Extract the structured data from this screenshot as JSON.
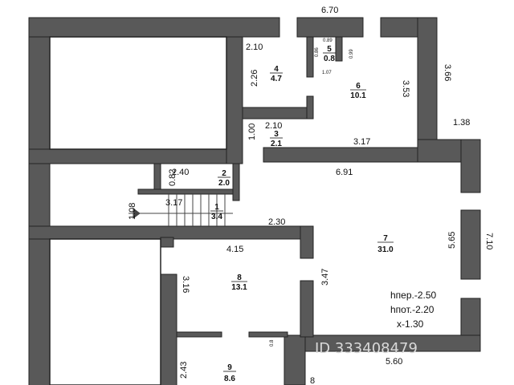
{
  "plan": {
    "dimensions": {
      "top_6_70": "6.70",
      "top_2_10": "2.10",
      "r4_2_26": "2.26",
      "r5_0_89": "0.89",
      "r5_0_86": "0.86",
      "r5_0_99": "0.99",
      "r5_1_07": "1.07",
      "r6_3_53": "3.53",
      "right_3_66": "3.66",
      "right_1_38": "1.38",
      "r3_2_10": "2.10",
      "r3_1_00": "1.00",
      "r6_3_17": "3.17",
      "mid_0_82": "0.82",
      "mid_2_40": "2.40",
      "mid_6_91": "6.91",
      "stair_1_08": "1.08",
      "stair_3_17": "3.17",
      "mid_2_30": "2.30",
      "r7_5_65": "5.65",
      "right_7_10": "7.10",
      "r8_4_15": "4.15",
      "r8_3_16": "3.16",
      "r8_3_47": "3.47",
      "r9_2_43": "2.43",
      "r9_0_8": "0.8",
      "bottom_5_60": "5.60",
      "bottom_8": "8"
    },
    "rooms": [
      {
        "number": "1",
        "area": "3.4"
      },
      {
        "number": "2",
        "area": "2.0"
      },
      {
        "number": "3",
        "area": "2.1"
      },
      {
        "number": "4",
        "area": "4.7"
      },
      {
        "number": "5",
        "area": "0.8"
      },
      {
        "number": "6",
        "area": "10.1"
      },
      {
        "number": "7",
        "area": "31.0"
      },
      {
        "number": "8",
        "area": "13.1"
      },
      {
        "number": "9",
        "area": "8.6"
      }
    ],
    "notes": {
      "h_floor": "hпер.-2.50",
      "h_ceiling": "hпот.-2.20",
      "x_value": "x-1.30"
    },
    "watermark": "ID 333408479",
    "colors": {
      "wall": "#595959",
      "wall_outline": "#222222",
      "background": "#ffffff"
    }
  }
}
